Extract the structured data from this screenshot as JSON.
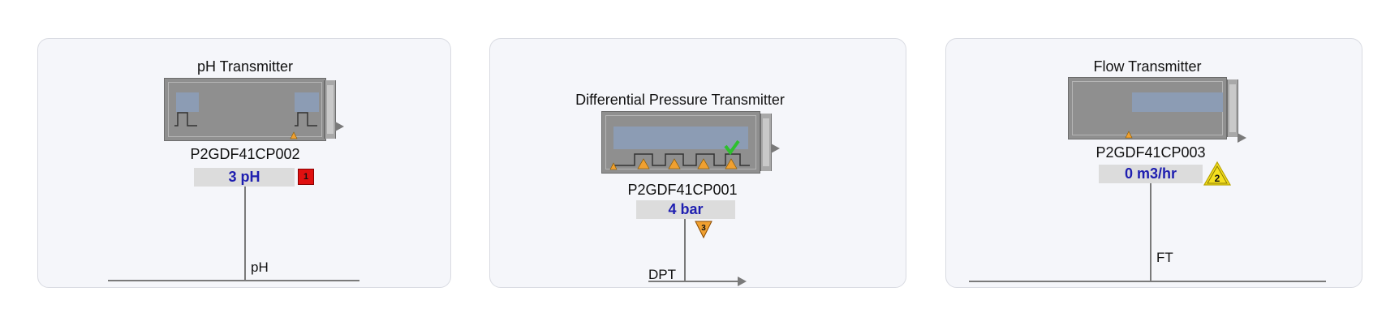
{
  "cards": [
    {
      "title": "pH Transmitter",
      "tag": "P2GDF41CP002",
      "value": "3 pH",
      "line_label": "pH",
      "alarm": {
        "kind": "square",
        "number": "1",
        "color": "#e01010"
      }
    },
    {
      "title": "Differential Pressure Transmitter",
      "tag": "P2GDF41CP001",
      "value": "4 bar",
      "line_label": "DPT",
      "alarm": {
        "kind": "triangle-down",
        "number": "3",
        "color": "#f0a030"
      }
    },
    {
      "title": "Flow Transmitter",
      "tag": "P2GDF41CP003",
      "value": "0 m3/hr",
      "line_label": "FT",
      "alarm": {
        "kind": "triangle-up",
        "number": "2",
        "color": "#f5e020"
      }
    }
  ],
  "colors": {
    "value_text": "#1e1eb0",
    "device_body": "#8f8f8f",
    "trend_fill": "#8c9cb4",
    "warning": "#f0a030",
    "ok_check": "#2ec02e"
  }
}
